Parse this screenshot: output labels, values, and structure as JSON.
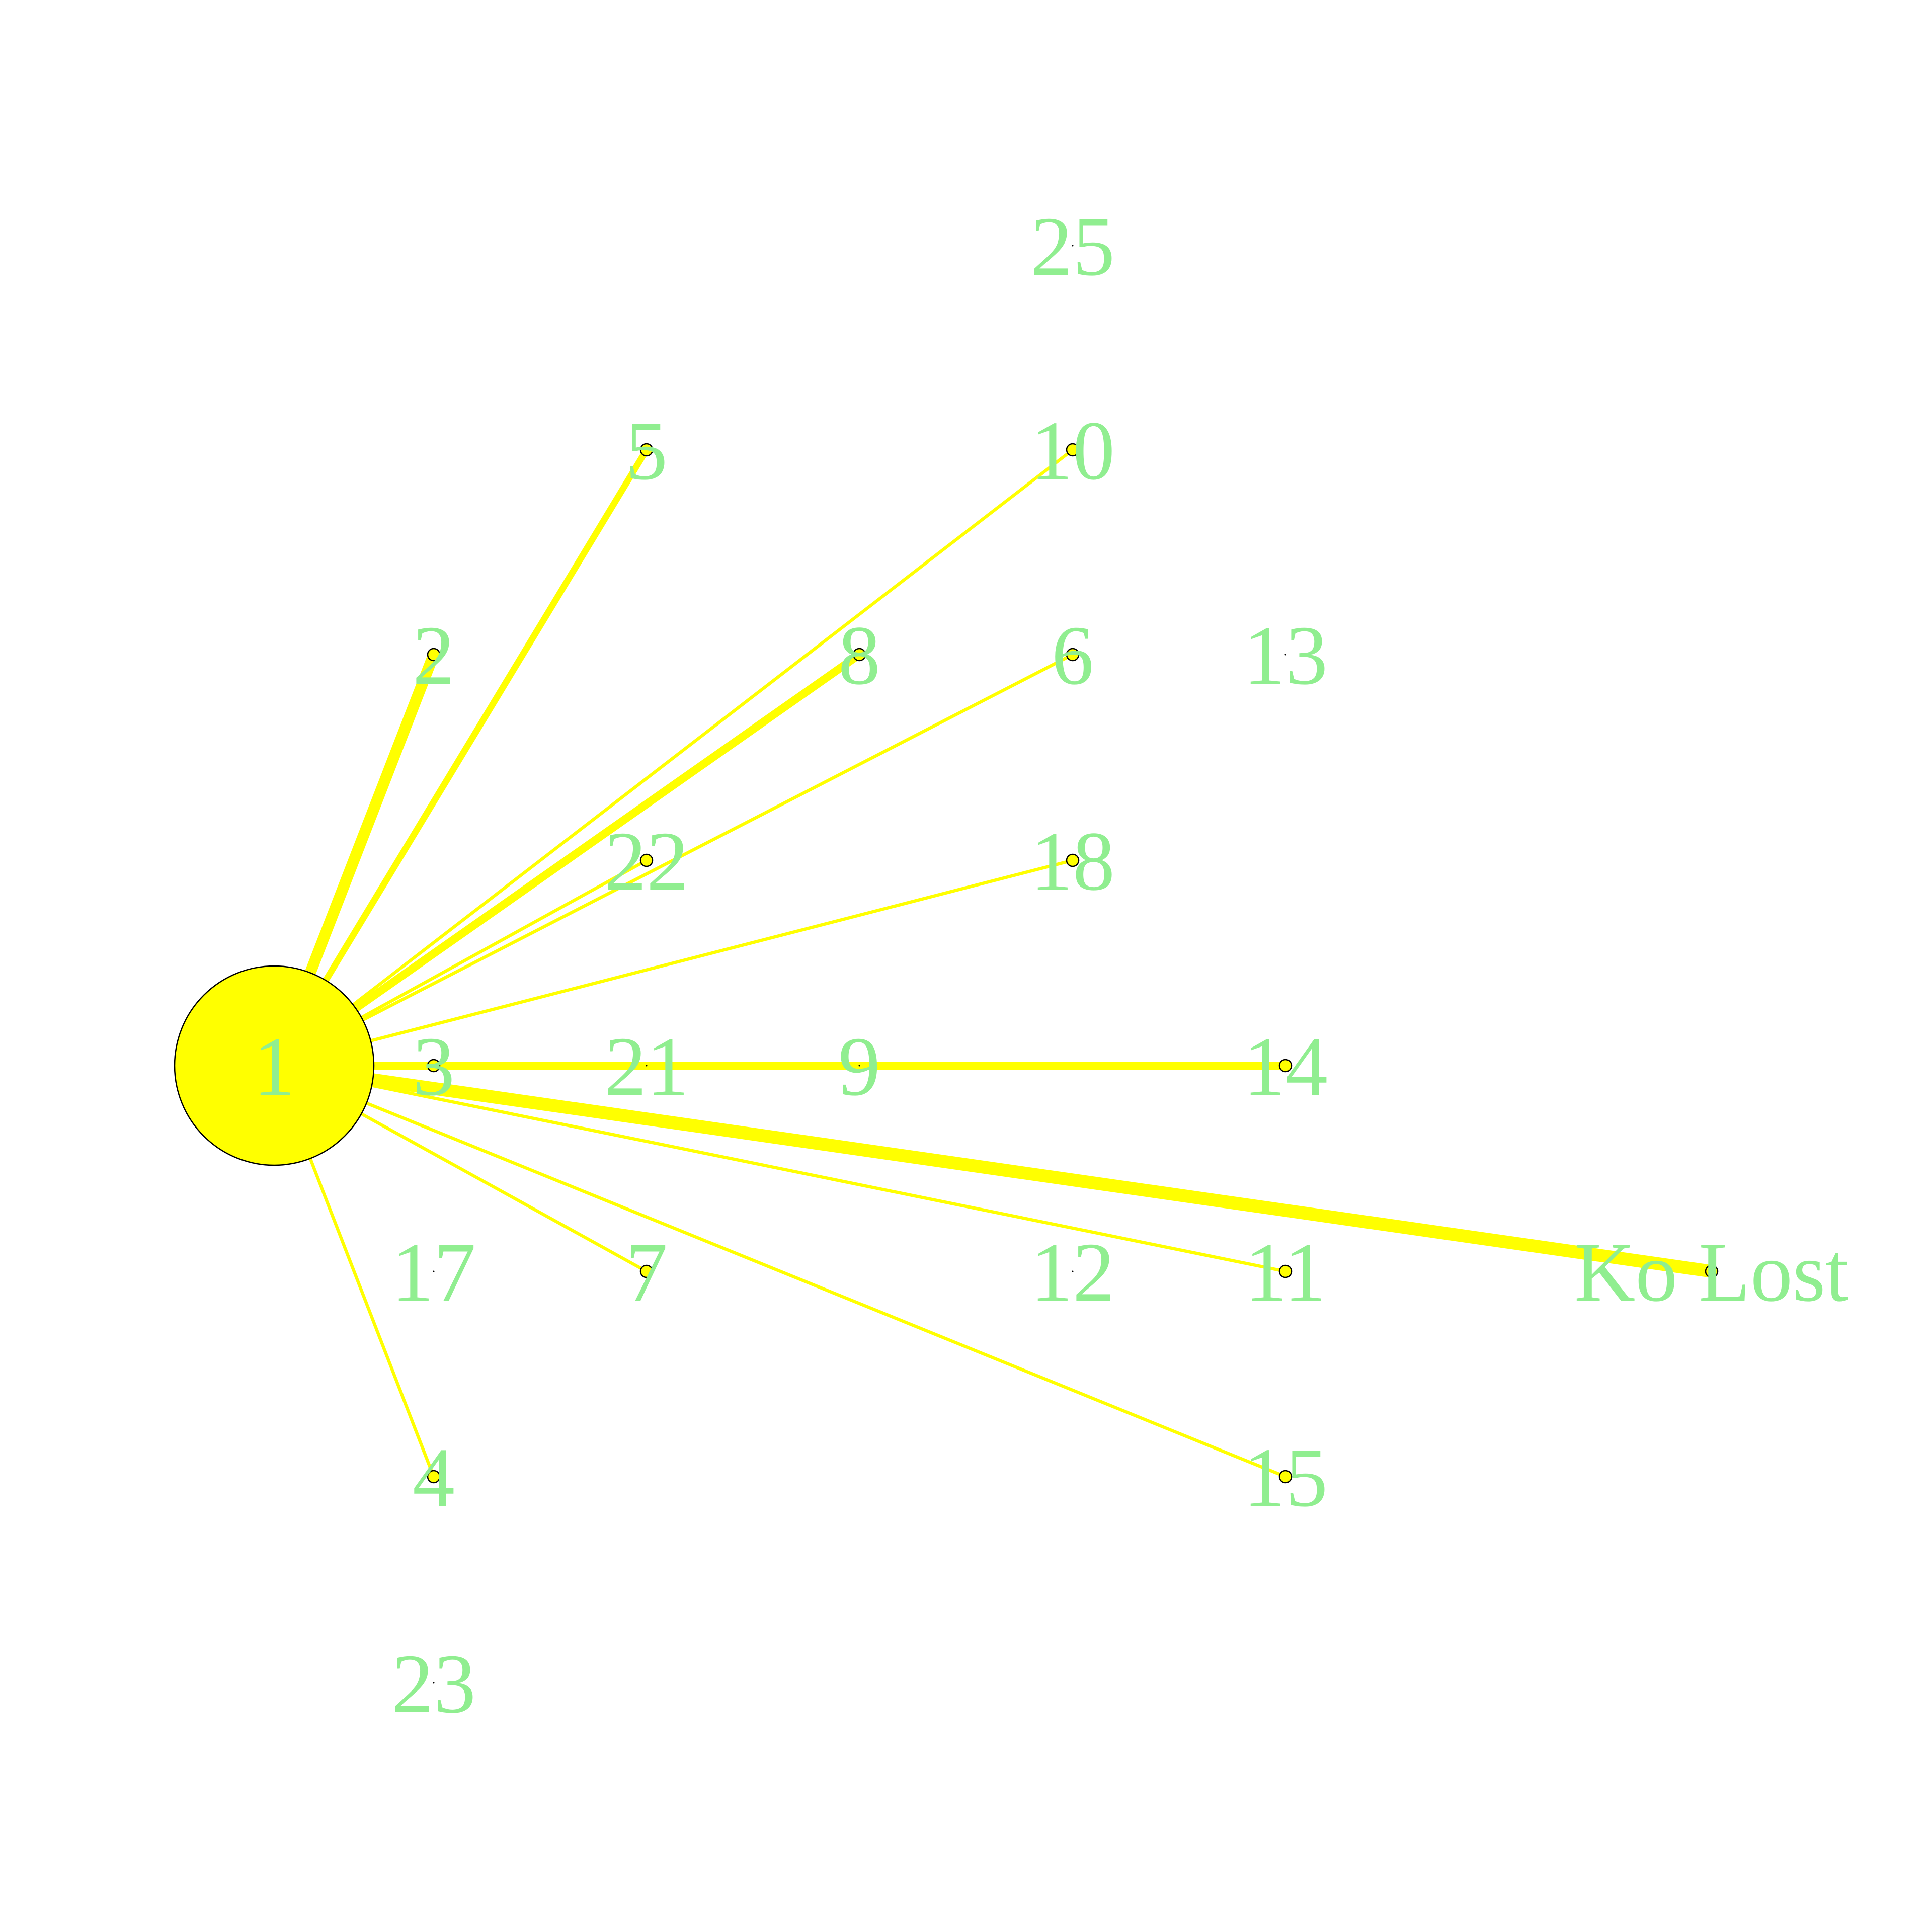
{
  "diagram": {
    "type": "network-graph",
    "edge_color": "#ffff00",
    "node_fill": "#ffff00",
    "node_stroke": "#000000",
    "label_color": "#90ee90",
    "hub": "1",
    "nodes": [
      {
        "id": "1",
        "label": "1"
      },
      {
        "id": "2",
        "label": "2"
      },
      {
        "id": "3",
        "label": "3"
      },
      {
        "id": "4",
        "label": "4"
      },
      {
        "id": "5",
        "label": "5"
      },
      {
        "id": "6",
        "label": "6"
      },
      {
        "id": "7",
        "label": "7"
      },
      {
        "id": "8",
        "label": "8"
      },
      {
        "id": "9",
        "label": "9"
      },
      {
        "id": "10",
        "label": "10"
      },
      {
        "id": "11",
        "label": "11"
      },
      {
        "id": "12",
        "label": "12"
      },
      {
        "id": "13",
        "label": "13"
      },
      {
        "id": "14",
        "label": "14"
      },
      {
        "id": "15",
        "label": "15"
      },
      {
        "id": "17",
        "label": "17"
      },
      {
        "id": "18",
        "label": "18"
      },
      {
        "id": "21",
        "label": "21"
      },
      {
        "id": "22",
        "label": "22"
      },
      {
        "id": "23",
        "label": "23"
      },
      {
        "id": "25",
        "label": "25"
      },
      {
        "id": "kolost",
        "label": "Ko Lost"
      }
    ],
    "edges": [
      {
        "from": "1",
        "to": "2",
        "weight": 7
      },
      {
        "from": "1",
        "to": "5",
        "weight": 4
      },
      {
        "from": "1",
        "to": "10",
        "weight": 2
      },
      {
        "from": "1",
        "to": "8",
        "weight": 5
      },
      {
        "from": "1",
        "to": "6",
        "weight": 2
      },
      {
        "from": "1",
        "to": "22",
        "weight": 2
      },
      {
        "from": "1",
        "to": "18",
        "weight": 2
      },
      {
        "from": "1",
        "to": "3",
        "weight": 2
      },
      {
        "from": "1",
        "to": "14",
        "weight": 5
      },
      {
        "from": "1",
        "to": "kolost",
        "weight": 8
      },
      {
        "from": "1",
        "to": "11",
        "weight": 2
      },
      {
        "from": "1",
        "to": "7",
        "weight": 2
      },
      {
        "from": "1",
        "to": "15",
        "weight": 2
      },
      {
        "from": "1",
        "to": "4",
        "weight": 2
      }
    ]
  }
}
